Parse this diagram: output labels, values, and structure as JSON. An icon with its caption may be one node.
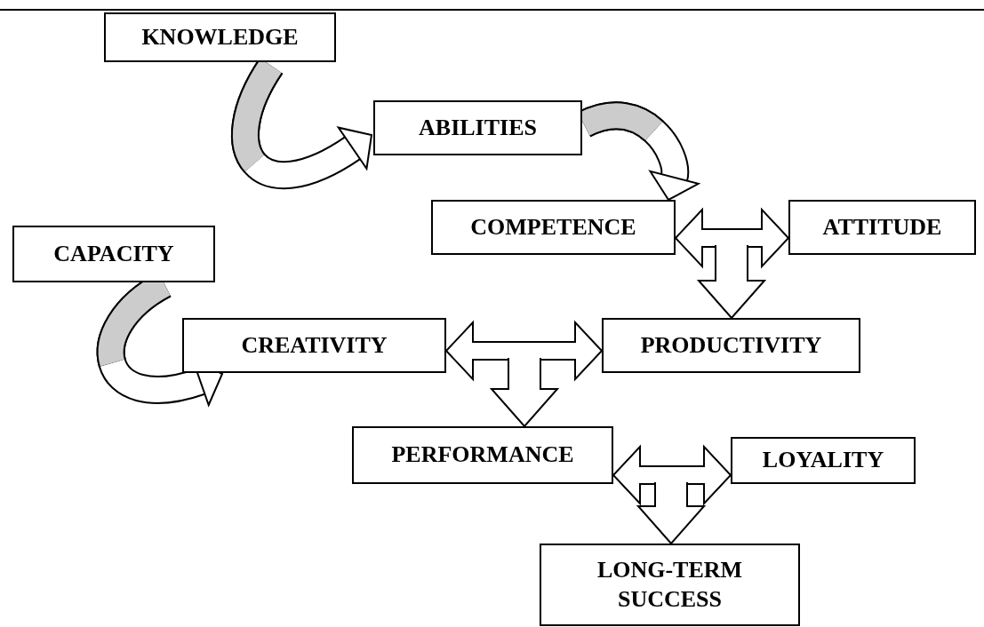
{
  "diagram": {
    "nodes": [
      {
        "text": [
          "KNOWLEDGE"
        ]
      },
      {
        "text": [
          "ABILITIES"
        ]
      },
      {
        "text": [
          "COMPETENCE"
        ]
      },
      {
        "text": [
          "ATTITUDE"
        ]
      },
      {
        "text": [
          "CAPACITY"
        ]
      },
      {
        "text": [
          "CREATIVITY"
        ]
      },
      {
        "text": [
          "PRODUCTIVITY"
        ]
      },
      {
        "text": [
          "PERFORMANCE"
        ]
      },
      {
        "text": [
          "LOYALITY"
        ]
      },
      {
        "text": [
          "LONG-TERM SUCCESS"
        ]
      }
    ],
    "edges": [
      {
        "from": 0,
        "to": 1,
        "arrow": "to"
      },
      {
        "from": 1,
        "to": 2,
        "arrow": "to"
      },
      {
        "from": 2,
        "to": 3,
        "arrow": "both"
      },
      {
        "from": 2,
        "to": 6,
        "arrow": "to"
      },
      {
        "from": 3,
        "to": 6,
        "arrow": "to"
      },
      {
        "from": 4,
        "to": 5,
        "arrow": "to"
      },
      {
        "from": 5,
        "to": 6,
        "arrow": "both"
      },
      {
        "from": 5,
        "to": 7,
        "arrow": "to"
      },
      {
        "from": 6,
        "to": 7,
        "arrow": "to"
      },
      {
        "from": 7,
        "to": 8,
        "arrow": "both"
      },
      {
        "from": 7,
        "to": 9,
        "arrow": "to"
      },
      {
        "from": 8,
        "to": 9,
        "arrow": "to"
      }
    ]
  }
}
